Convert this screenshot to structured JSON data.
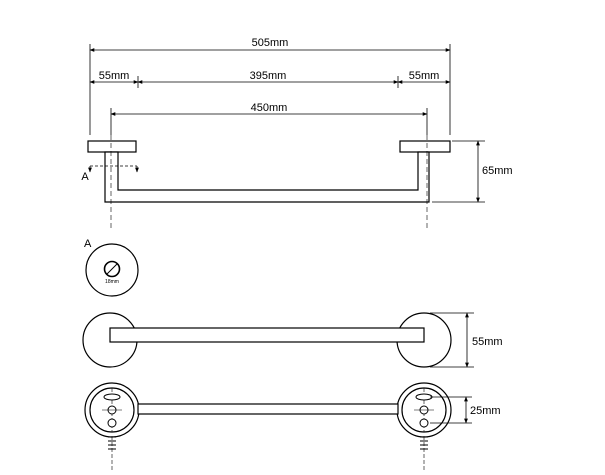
{
  "dimensions": {
    "overall": "505mm",
    "left_offset": "55mm",
    "middle_span": "395mm",
    "right_offset": "55mm",
    "center_to_center": "450mm",
    "depth": "65mm",
    "base_diameter": "55mm",
    "screw_spacing": "25mm"
  },
  "section": {
    "marker": "A",
    "title": "A",
    "hole_label": "18mm"
  },
  "colors": {
    "line": "#000000",
    "background": "#ffffff"
  }
}
